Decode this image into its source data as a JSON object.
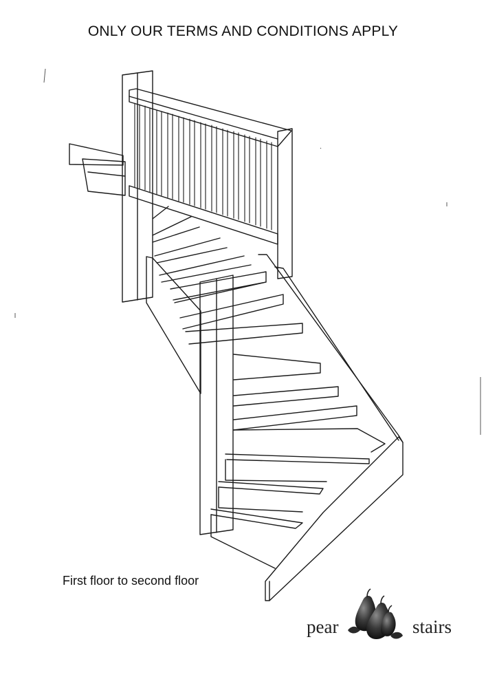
{
  "header": {
    "title": "ONLY OUR TERMS AND CONDITIONS APPLY"
  },
  "drawing": {
    "caption": "First floor to second floor"
  },
  "logo": {
    "word_left": "pear",
    "word_right": "stairs",
    "icon": "pear-icon"
  },
  "colors": {
    "line": "#1a1a1a",
    "background": "#ffffff"
  }
}
